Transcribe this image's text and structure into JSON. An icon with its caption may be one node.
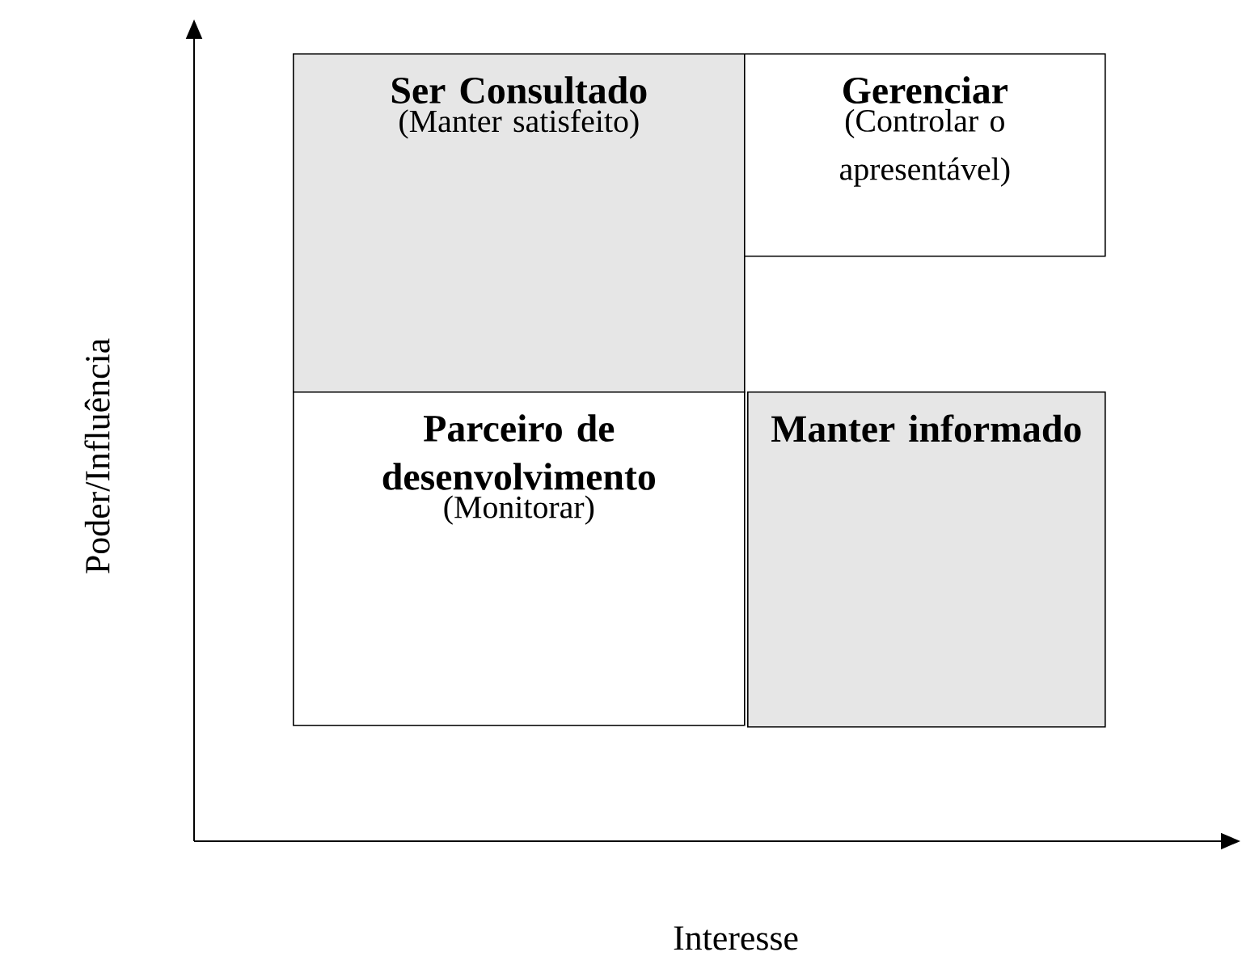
{
  "diagram": {
    "nodes": [
      {
        "text": [
          "Ser Consultado",
          "(Manter satisfeito)"
        ]
      },
      {
        "text": [
          "Gerenciar",
          "(Controlar o apresentável)"
        ]
      },
      {
        "text": [
          "Parceiro de desenvolvimento",
          "(Monitorar)"
        ]
      },
      {
        "text": [
          "Manter informado"
        ]
      }
    ],
    "labels": [
      "Poder/Influência",
      "Interesse"
    ]
  }
}
